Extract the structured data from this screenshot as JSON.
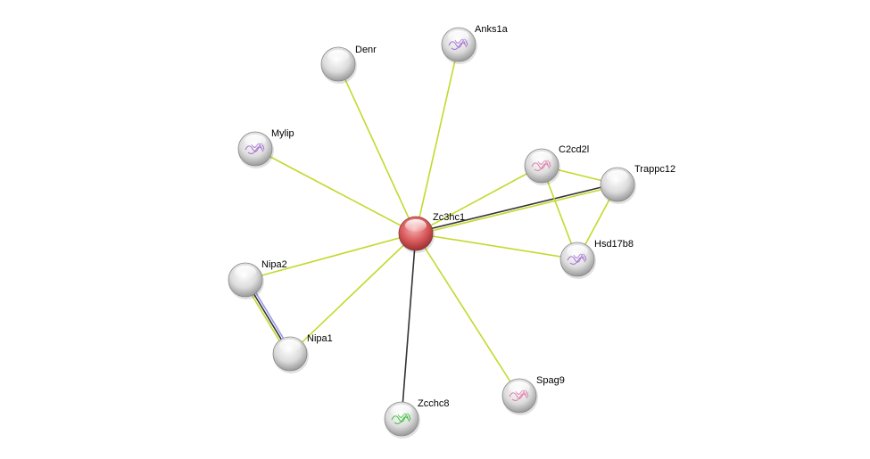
{
  "network": {
    "center": "Zc3hc1",
    "nodes": [
      {
        "id": "Zc3hc1",
        "label": "Zc3hc1",
        "query": true
      },
      {
        "id": "Anks1a",
        "label": "Anks1a",
        "structure": "purple"
      },
      {
        "id": "Denr",
        "label": "Denr"
      },
      {
        "id": "Mylip",
        "label": "Mylip",
        "structure": "purple"
      },
      {
        "id": "C2cd2l",
        "label": "C2cd2l",
        "structure": "pink"
      },
      {
        "id": "Trappc12",
        "label": "Trappc12"
      },
      {
        "id": "Hsd17b8",
        "label": "Hsd17b8",
        "structure": "purple"
      },
      {
        "id": "Nipa2",
        "label": "Nipa2"
      },
      {
        "id": "Nipa1",
        "label": "Nipa1"
      },
      {
        "id": "Zcchc8",
        "label": "Zcchc8",
        "structure": "green"
      },
      {
        "id": "Spag9",
        "label": "Spag9",
        "structure": "pink"
      }
    ],
    "edges": [
      {
        "source": "Zc3hc1",
        "target": "Anks1a",
        "types": [
          "textmining"
        ]
      },
      {
        "source": "Zc3hc1",
        "target": "Denr",
        "types": [
          "textmining"
        ]
      },
      {
        "source": "Zc3hc1",
        "target": "Mylip",
        "types": [
          "textmining"
        ]
      },
      {
        "source": "Zc3hc1",
        "target": "C2cd2l",
        "types": [
          "textmining"
        ]
      },
      {
        "source": "Zc3hc1",
        "target": "Trappc12",
        "types": [
          "coexpression",
          "textmining"
        ]
      },
      {
        "source": "Zc3hc1",
        "target": "Hsd17b8",
        "types": [
          "textmining"
        ]
      },
      {
        "source": "Zc3hc1",
        "target": "Nipa2",
        "types": [
          "textmining"
        ]
      },
      {
        "source": "Zc3hc1",
        "target": "Nipa1",
        "types": [
          "textmining"
        ]
      },
      {
        "source": "Zc3hc1",
        "target": "Zcchc8",
        "types": [
          "coexpression"
        ]
      },
      {
        "source": "Zc3hc1",
        "target": "Spag9",
        "types": [
          "textmining"
        ]
      },
      {
        "source": "C2cd2l",
        "target": "Trappc12",
        "types": [
          "textmining"
        ]
      },
      {
        "source": "C2cd2l",
        "target": "Hsd17b8",
        "types": [
          "textmining"
        ]
      },
      {
        "source": "Trappc12",
        "target": "Hsd17b8",
        "types": [
          "textmining"
        ]
      },
      {
        "source": "Nipa2",
        "target": "Nipa1",
        "types": [
          "homology",
          "coexpression",
          "textmining"
        ]
      }
    ],
    "colors": {
      "textmining": "#c4d92c",
      "coexpression": "#333333",
      "homology": "#9a9aee",
      "query_node": "#d9595b",
      "node": "#d6d6d6",
      "purple": "#a470d0",
      "pink": "#e07aa8",
      "green": "#3fbf3f"
    }
  }
}
